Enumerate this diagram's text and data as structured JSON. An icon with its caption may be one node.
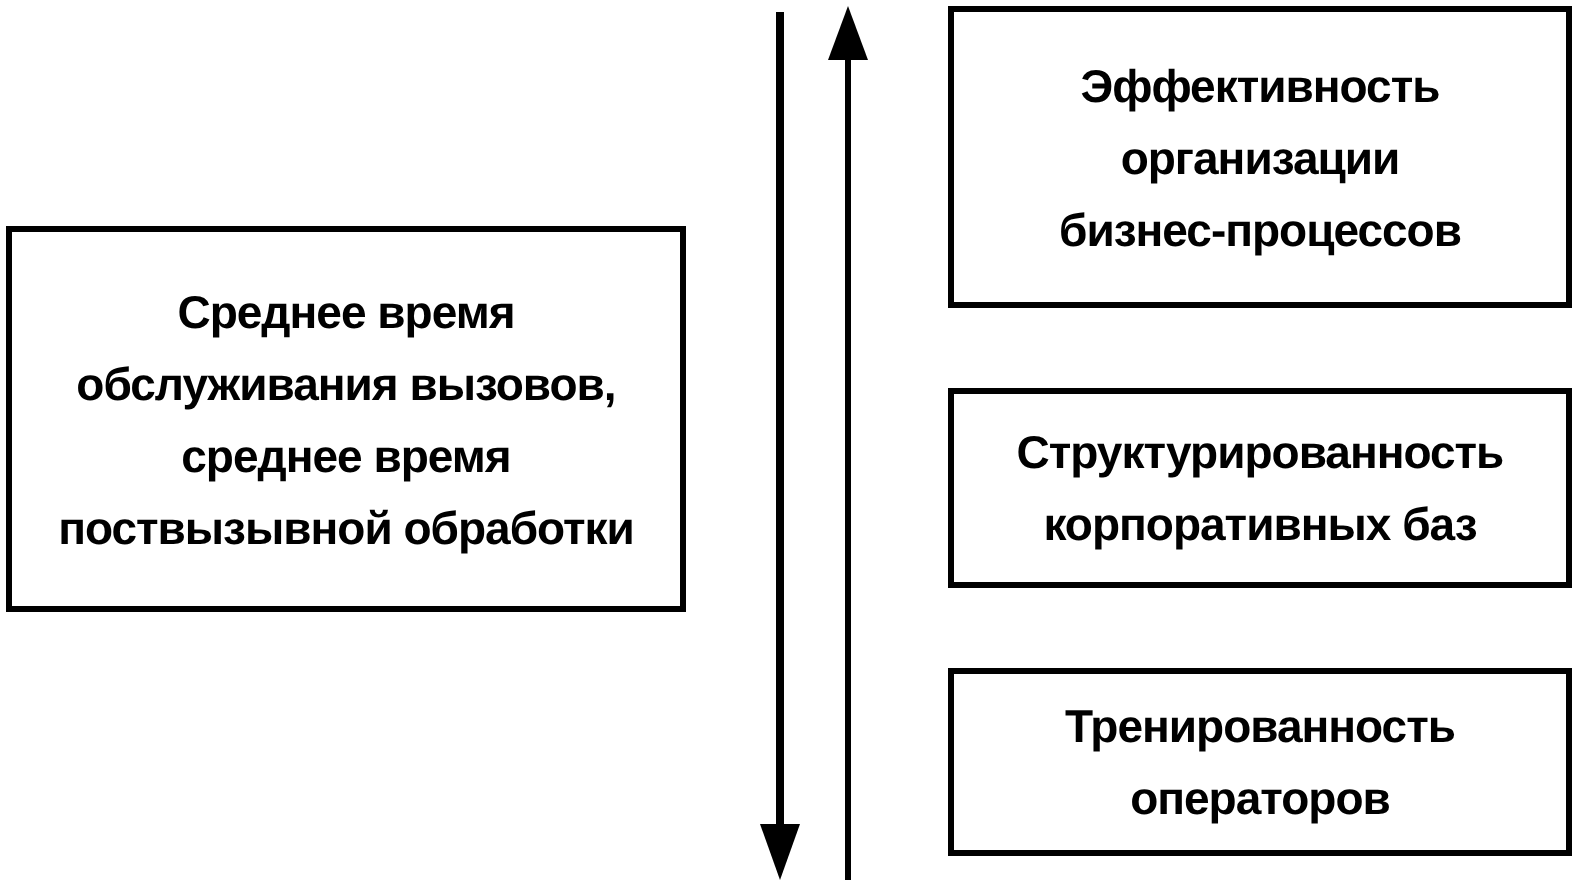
{
  "diagram": {
    "nodes": [
      {
        "text": [
          "Среднее время обслуживания вызовов, среднее время поствызывной обработки"
        ]
      },
      {
        "text": [
          "Эффективность организации бизнес-процессов"
        ]
      },
      {
        "text": [
          "Структурированность корпоративных баз"
        ]
      },
      {
        "text": [
          "Тренированность операторов"
        ]
      }
    ]
  }
}
